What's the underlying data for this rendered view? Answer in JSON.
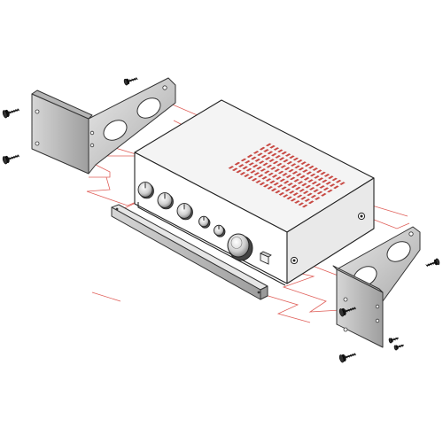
{
  "colors": {
    "guide_line": "#e0605a",
    "vent_slot": "#c84a44",
    "metal_light": "#d8d8d8",
    "metal_mid": "#bdbdbd",
    "metal_dark": "#8d8d8d",
    "outline": "#222222"
  },
  "icons": [
    "screw-icon",
    "knob-icon",
    "switch-icon"
  ],
  "parts": {
    "left_bracket": "rack-ear-left",
    "right_bracket": "rack-ear-right",
    "rail": "front-rail",
    "unit": "amplifier-chassis"
  }
}
